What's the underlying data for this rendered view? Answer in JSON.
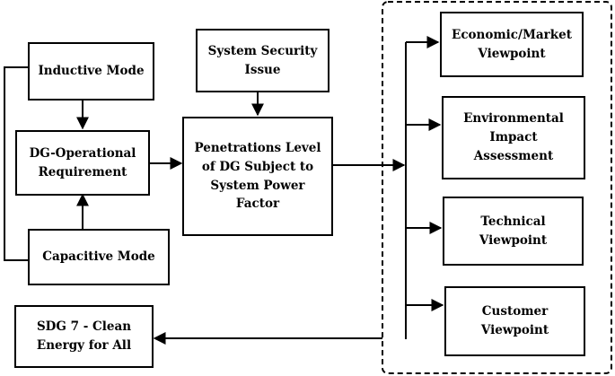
{
  "colors": {
    "line": "#000000",
    "box_fill": "#ffffff"
  },
  "nodes": {
    "inductive": "Inductive Mode",
    "dg_operational": "DG-Operational\nRequirement",
    "capacitive": "Capacitive Mode",
    "system_security": "System Security\nIssue",
    "penetration": "Penetrations Level\nof DG Subject to\nSystem Power\nFactor",
    "economic": "Economic/Market\nViewpoint",
    "environmental": "Environmental\nImpact\nAssessment",
    "technical": "Technical\nViewpoint",
    "customer": "Customer\nViewpoint",
    "sdg7": "SDG 7 - Clean\nEnergy for All"
  },
  "edges": [
    {
      "from": "inductive",
      "to": "dg_operational"
    },
    {
      "from": "capacitive",
      "to": "dg_operational"
    },
    {
      "from": "dg_operational",
      "to": "penetration"
    },
    {
      "from": "system_security",
      "to": "penetration"
    },
    {
      "from": "penetration",
      "to": "viewpoints-group"
    },
    {
      "from": "viewpoints-group",
      "to": "economic"
    },
    {
      "from": "viewpoints-group",
      "to": "environmental"
    },
    {
      "from": "viewpoints-group",
      "to": "technical"
    },
    {
      "from": "viewpoints-group",
      "to": "customer"
    },
    {
      "from": "viewpoints-group",
      "to": "sdg7"
    },
    {
      "from": "inductive",
      "to": "capacitive",
      "style": "feedback-loop"
    }
  ]
}
